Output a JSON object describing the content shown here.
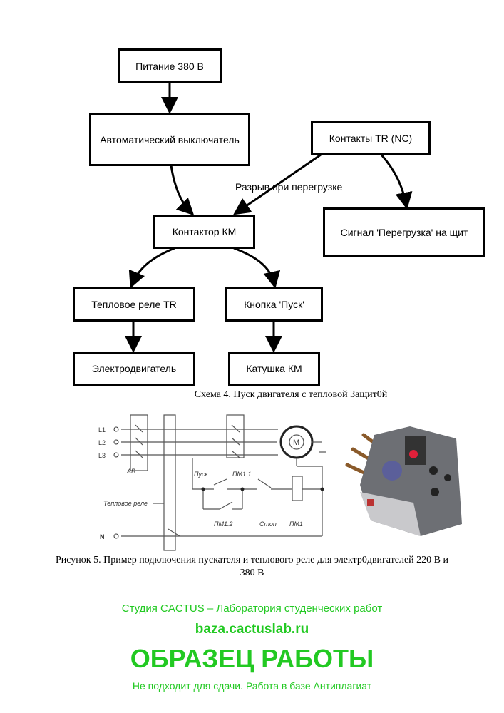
{
  "flowchart": {
    "nodes": {
      "power": "Питание 380 В",
      "breaker": "Автоматический выключатель",
      "tr_contacts": "Контакты TR (NC)",
      "contactor": "Контактор КМ",
      "signal": "Сигнал 'Перегрузка' на щит",
      "thermal_relay": "Тепловое реле TR",
      "start_button": "Кнопка 'Пуск'",
      "motor": "Электродвигатель",
      "coil": "Катушка КМ"
    },
    "edge_label": "Разрыв при перегрузке"
  },
  "caption1": "Схема 4. Пуск двигателя с тепловой Защит0й",
  "circuit": {
    "L1": "L1",
    "L2": "L2",
    "L3": "L3",
    "N": "N",
    "AB": "АВ",
    "motor": "M",
    "start": "Пуск",
    "pm11": "ПМ1.1",
    "pm12": "ПМ1.2",
    "stop": "Стоп",
    "pm1": "ПМ1",
    "thermal": "Тепловое реле"
  },
  "caption2_line1": "Рисунок 5. Пример подключения пускателя и теплового реле для электр0двигателей 220 В и",
  "caption2_line2": "380 В",
  "watermark": {
    "line1": "Студия CACTUS – Лаборатория студенческих работ",
    "line2": "baza.cactuslab.ru",
    "line3": "ОБРАЗЕЦ РАБОТЫ",
    "line4": "Не подходит для сдачи. Работа в базе Антиплагиат"
  }
}
